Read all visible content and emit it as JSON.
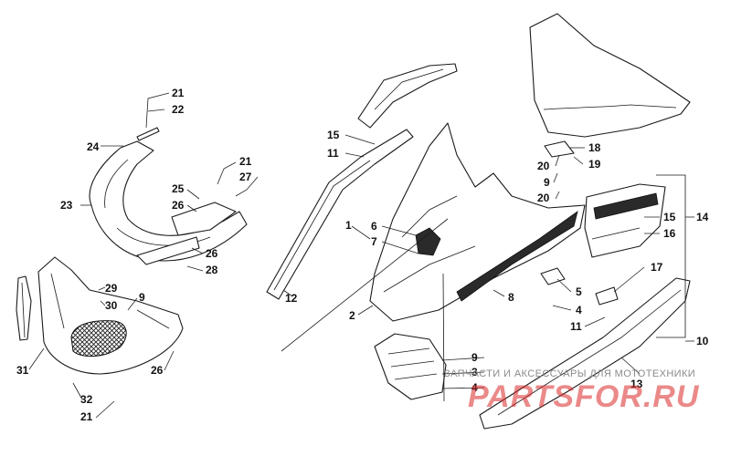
{
  "diagram": {
    "callouts": [
      {
        "id": "c21a",
        "text": "21"
      },
      {
        "id": "c22",
        "text": "22"
      },
      {
        "id": "c24",
        "text": "24"
      },
      {
        "id": "c23",
        "text": "23"
      },
      {
        "id": "c21b",
        "text": "21"
      },
      {
        "id": "c27",
        "text": "27"
      },
      {
        "id": "c25",
        "text": "25"
      },
      {
        "id": "c26a",
        "text": "26"
      },
      {
        "id": "c26b",
        "text": "26"
      },
      {
        "id": "c28",
        "text": "28"
      },
      {
        "id": "c29",
        "text": "29"
      },
      {
        "id": "c30",
        "text": "30"
      },
      {
        "id": "c9a",
        "text": "9"
      },
      {
        "id": "c31",
        "text": "31"
      },
      {
        "id": "c26c",
        "text": "26"
      },
      {
        "id": "c32",
        "text": "32"
      },
      {
        "id": "c21c",
        "text": "21"
      },
      {
        "id": "c15a",
        "text": "15"
      },
      {
        "id": "c11a",
        "text": "11"
      },
      {
        "id": "c1",
        "text": "1"
      },
      {
        "id": "c6",
        "text": "6"
      },
      {
        "id": "c7",
        "text": "7"
      },
      {
        "id": "c12",
        "text": "12"
      },
      {
        "id": "c2",
        "text": "2"
      },
      {
        "id": "c8",
        "text": "8"
      },
      {
        "id": "c18",
        "text": "18"
      },
      {
        "id": "c20a",
        "text": "20"
      },
      {
        "id": "c19",
        "text": "19"
      },
      {
        "id": "c9b",
        "text": "9"
      },
      {
        "id": "c20b",
        "text": "20"
      },
      {
        "id": "c15b",
        "text": "15"
      },
      {
        "id": "c14",
        "text": "14"
      },
      {
        "id": "c16",
        "text": "16"
      },
      {
        "id": "c17",
        "text": "17"
      },
      {
        "id": "c5",
        "text": "5"
      },
      {
        "id": "c4a",
        "text": "4"
      },
      {
        "id": "c11b",
        "text": "11"
      },
      {
        "id": "c10",
        "text": "10"
      },
      {
        "id": "c9c",
        "text": "9"
      },
      {
        "id": "c3",
        "text": "3"
      },
      {
        "id": "c4b",
        "text": "4"
      },
      {
        "id": "c13",
        "text": "13"
      }
    ]
  },
  "watermark": {
    "caption": "ЗАПЧАСТИ И АКСЕССУАРЫ ДЛЯ МОТОТЕХНИКИ",
    "brand": "PARTSFOR.RU"
  },
  "colors": {
    "line": "#1a1a1a",
    "watermark_red": "#da2828",
    "watermark_gray": "#8a8a8a"
  }
}
